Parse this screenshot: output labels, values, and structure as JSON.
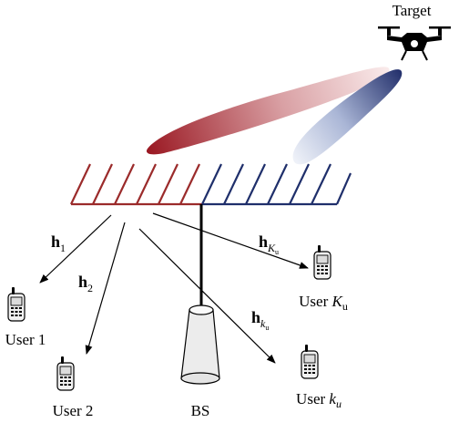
{
  "target": {
    "label": "Target"
  },
  "base_station": {
    "label": "BS"
  },
  "channels": {
    "h1": {
      "symbol": "h",
      "sub": "1"
    },
    "h2": {
      "symbol": "h",
      "sub": "2"
    },
    "hk": {
      "symbol": "h",
      "sub": "k",
      "subsub": "u"
    },
    "hK": {
      "symbol": "h",
      "sub": "K",
      "subsub": "u"
    }
  },
  "users": {
    "user1": {
      "prefix": "User ",
      "index": "1"
    },
    "user2": {
      "prefix": "User ",
      "index": "2"
    },
    "userk": {
      "prefix": "User ",
      "index": "k",
      "index_sub": "u"
    },
    "userK": {
      "prefix": "User ",
      "index": "K",
      "index_sub": "u"
    }
  },
  "colors": {
    "red_array": "#9b2b2b",
    "blue_array": "#1f2f6b",
    "beam_red": "#a01c24",
    "beam_blue": "#2a3a78",
    "black": "#000000"
  }
}
